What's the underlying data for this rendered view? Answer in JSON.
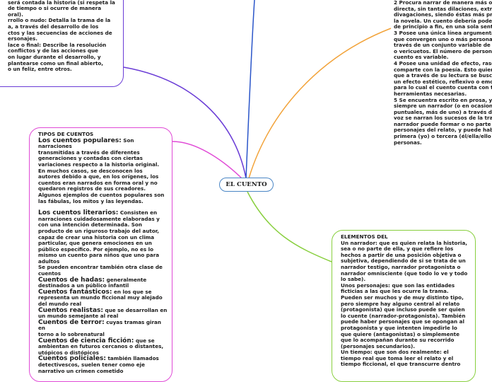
{
  "center": {
    "label": "EL CUENTO"
  },
  "colors": {
    "purple": "#6a3cd6",
    "blue": "#2a55c9",
    "orange": "#f2a33a",
    "magenta": "#e04ad6",
    "green": "#88cf3e"
  },
  "top_left": {
    "lines": [
      "ás, evidencia el tipo de narrador y",
      "será contada la historia (si respeta la",
      "de tiempo o si ocurre de manera",
      "oral).",
      "rrollo o nudo: Detalla la trama de la",
      "a, a través del desarrollo de los",
      "ctos y las secuencias de acciones de",
      "ersonajes.",
      "lace o final: Describe la resolución",
      "conflictos y de las acciones que",
      "on lugar durante el desarrollo, y",
      " plantearse como un final abierto,",
      "o un feliz, entre otros."
    ]
  },
  "top_right": {
    "items": [
      {
        "num": "2",
        "lines": [
          "Procura narrar de manera más o",
          "directa, sin tantas dilaciones, extra",
          "divagaciones, siendo éstas más pro",
          "la novela. Un cuento debería poder",
          "de principio a fin, en una sola senta"
        ]
      },
      {
        "num": "3",
        "lines": [
          "Posee una única línea argumenta",
          "que convergen uno o más personaje",
          "través de un conjunto variable de a",
          "o vericuetos. El número de persona",
          "cuento es variable."
        ]
      },
      {
        "num": "4",
        "lines": [
          "Posee una unidad de efecto, rasg",
          "comparte con la poesía. Esto quiere",
          "que a través de su lectura se busca",
          "un efecto estético, reflexivo o emoc",
          "para lo cual el cuento cuenta con to",
          "herramientas necesarias."
        ]
      },
      {
        "num": "5",
        "lines": [
          "Se encuentra escrito en prosa, y p",
          "siempre un narrador (o en ocasione",
          "puntuales, más de uno) a través de",
          "voz se narran los sucesos de la tran",
          "narrador puede formar o no parte d",
          "personajes del relato, y puede habl",
          "primera (yo) o tercera (él/ella/ello",
          "personas."
        ]
      }
    ]
  },
  "types": {
    "title": "TIPOS DE CUENTOS",
    "popular_head": "Los cuentos populares:",
    "popular_lines": [
      " Son narraciones",
      "transmitidas a través de diferentes",
      "generaciones y contadas con ciertas",
      "variaciones respecto a la historia original.",
      "En muchos casos, se desconocen los",
      "autores debido a que, en los orígenes, los",
      "cuentos eran narrados en forma oral y no",
      "quedaron registros de sus creadores.",
      "Algunos ejemplos de cuentos populares son",
      "las fábulas, los mitos y las leyendas."
    ],
    "literary_head": "Los cuentos literarios:",
    "literary_lines": [
      " Consisten en",
      "narraciones cuidadosamente elaboradas y",
      "con una intención determinada. Son",
      "producto de un riguroso trabajo del autor,",
      "capaz de crear una historia con un clima",
      "particular, que genera emociones en un",
      "público específico. Por ejemplo, no es lo",
      "mismo un cuento para niños que uno para",
      "adultos",
      "Se pueden encontrar también otra clase de",
      "cuentos"
    ],
    "subtypes": [
      {
        "head": "Cuentos de hadas:",
        "lines": [
          " generalmente",
          "destinados a un público infantil"
        ]
      },
      {
        "head": "Cuentos fantásticos:",
        "lines": [
          " en los que se",
          "representa un mundo ficcional muy alejado",
          "del mundo real"
        ]
      },
      {
        "head": "Cuentos realistas:",
        "lines": [
          " que se desarrollan en",
          "un mundo semejante al real"
        ]
      },
      {
        "head": "Cuentos de terror:",
        "lines": [
          " cuyas tramas giran en",
          "torno a lo sobrenatural"
        ]
      },
      {
        "head": "Cuentos de ciencia ficción:",
        "lines": [
          " que se",
          "ambientan en futuros cercanos o distantes,",
          "utópicos o distópicos"
        ]
      },
      {
        "head": "Cuentos policiales:",
        "lines": [
          " también llamados",
          "detectivescos, suelen tener como eje",
          "narrativo un crimen cometido"
        ]
      }
    ]
  },
  "elements": {
    "title": "ELEMENTOS DEL",
    "lines": [
      "Un narrador: que es quien relata la historia,",
      "sea o no parte de ella, y que refiere los",
      "hechos a partir de una posición objetiva o",
      "subjetiva, dependiendo de si se trata de un",
      "narrador testigo, narrador protagonista o",
      "narrador omnisciente (que todo lo ve y todo",
      "lo sabe).",
      "Unos personajes: que son las entidades",
      "ficticias a las que les ocurre la trama.",
      "Pueden ser muchos y de muy distinto tipo,",
      "pero siempre hay alguno central al relato",
      "(protagonista) que incluso puede ser quien",
      "lo cuente (narrador-protagonista). También",
      "puede haber personajes que se opongan al",
      "protagonista y que intenten impedirle lo",
      "que quiere (antagonistas) o simplemente",
      "que lo acompañan durante su recorrido",
      "(personajes secundarios).",
      "Un tiempo: que son dos realmente: el",
      "tiempo real que toma leer el relato y el",
      "tiempo ficcional, el que transcurre dentro"
    ]
  }
}
